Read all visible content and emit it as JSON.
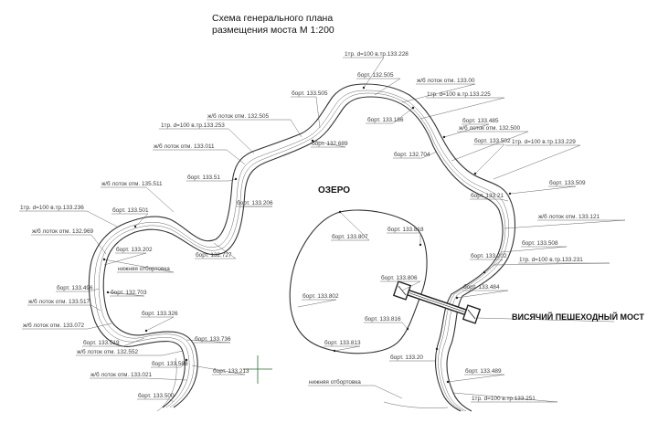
{
  "title_line1": "Схема генерального плана",
  "title_line2": "размещения моста М 1:200",
  "lake_label": "ОЗЕРО",
  "bridge_label": "ВИСЯЧИЙ ПЕШЕХОДНЫЙ МОСТ",
  "labels": [
    "1тр. d=100 в.тр.133.228",
    "борт. 132.505",
    "ж/б лоток отм. 133.00",
    "1тр. d=100 в.тр.133.225",
    "борт. 133.505",
    "ж/б лоток отм. 132.505",
    "борт. 133.186",
    "борт. 133.485",
    "ж/б лоток отм. 132.500",
    "1тр. d=100 в.тр.133.253",
    "борт. 132.689",
    "борт. 133.502",
    "1тр. d=100 в.тр.133.229",
    "ж/б лоток отм. 133.011",
    "борт. 132.704",
    "борт. 133.51",
    "борт. 133.509",
    "ж/б лоток отм. 135.511",
    "борт. 133.21",
    "борт. 133.206",
    "1тр. d=100 в.тр.133.236",
    "борт. 133.501",
    "ж/б лоток отм. 133.121",
    "ж/б лоток отм. 132.969",
    "борт. 133.807",
    "борт. 133.818",
    "борт. 133.508",
    "борт. 132.727",
    "борт. 133.202",
    "борт. 133.202",
    "1тр. d=100 в.тр.133.231",
    "нижняя отбортовка",
    "борт. 133.806",
    "борт. 133.496",
    "борт. 132.703",
    "борт. 133.802",
    "борт. 133.484",
    "ж/б лоток отм. 133.517",
    "борт. 133.326",
    "борт. 133.816",
    "ж/б лоток отм. 133.072",
    "борт. 133.519",
    "борт. 133.736",
    "борт. 133.813",
    "ж/б лоток отм. 132.552",
    "борт. 133.20",
    "борт. 133.588",
    "борт. 133.213",
    "ж/б лоток отм. 133.021",
    "борт. 133.489",
    "нижняя отбортовка",
    "борт. 133.500",
    "1тр. d=100 в.тр.133.251"
  ]
}
